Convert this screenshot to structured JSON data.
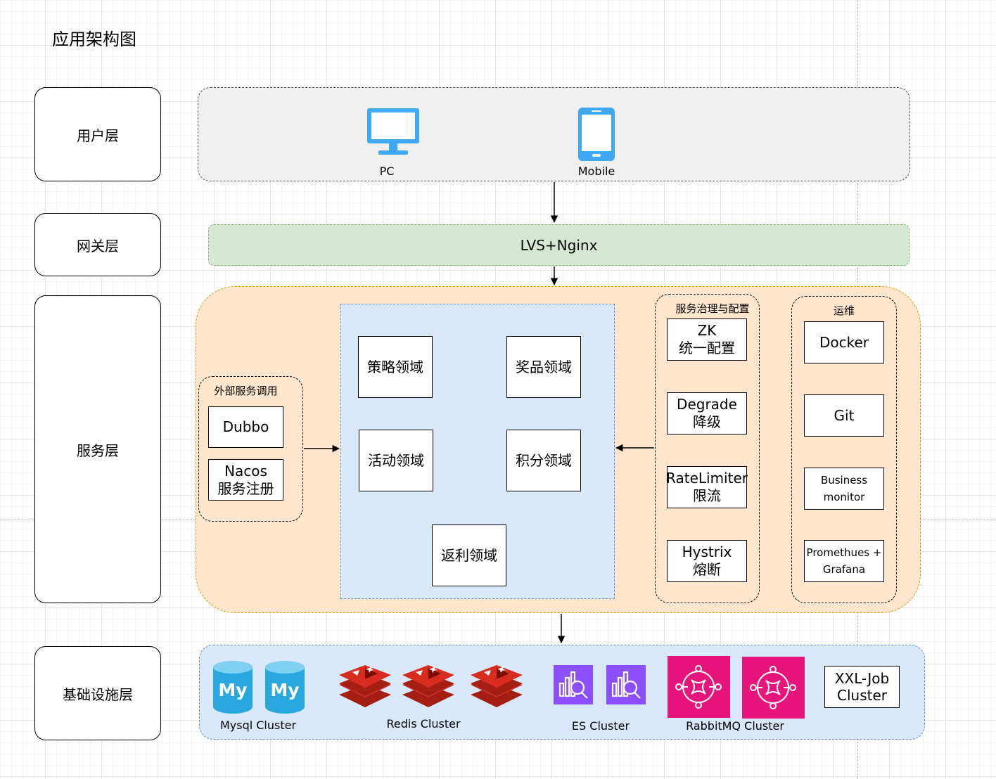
{
  "title": "应用架构图",
  "layers": {
    "user": "用户层",
    "gateway": "网关层",
    "service": "服务层",
    "infra": "基础设施层"
  },
  "user_layer": {
    "pc": "PC",
    "mobile": "Mobile"
  },
  "gateway_layer": {
    "label": "LVS+Nginx"
  },
  "service_layer": {
    "external": {
      "title": "外部服务调用",
      "dubbo": "Dubbo",
      "nacos_line1": "Nacos",
      "nacos_line2": "服务注册"
    },
    "domains": {
      "strategy": "策略领域",
      "award": "奖品领域",
      "activity": "活动领域",
      "credit": "积分领域",
      "rebate": "返利领域"
    },
    "governance": {
      "title": "服务治理与配置",
      "zk_line1": "ZK",
      "zk_line2": "统一配置",
      "degrade_line1": "Degrade",
      "degrade_line2": "降级",
      "ratelimiter_line1": "RateLimiter",
      "ratelimiter_line2": "限流",
      "hystrix_line1": "Hystrix",
      "hystrix_line2": "熔断"
    },
    "ops": {
      "title": "运维",
      "docker": "Docker",
      "git": "Git",
      "business_line1": "Business",
      "business_line2": "monitor",
      "prometheus_line1": "Promethues +",
      "prometheus_line2": "Grafana"
    }
  },
  "infra_layer": {
    "mysql": "Mysql Cluster",
    "mysql_icon_text": "My",
    "redis": "Redis Cluster",
    "es": "ES Cluster",
    "rabbitmq": "RabbitMQ Cluster",
    "xxljob_line1": "XXL-Job",
    "xxljob_line2": "Cluster"
  },
  "colors": {
    "user_bg": "#f0f0f0",
    "gateway_bg": "#d5e8d4",
    "service_bg": "#ffe6cc",
    "domain_bg": "#dae8fc",
    "infra_bg": "#dae8fc",
    "icon_blue": "#3fa9f5",
    "mysql_blue": "#29a8e0",
    "redis_red": "#c6302b",
    "es_purple": "#8c4fff",
    "rabbitmq_pink": "#e7157b"
  },
  "icons": {
    "pc": "monitor-icon",
    "mobile": "smartphone-icon",
    "mysql": "mysql-database-icon",
    "redis": "redis-icon",
    "es": "elasticsearch-icon",
    "rabbitmq": "rabbitmq-icon"
  }
}
